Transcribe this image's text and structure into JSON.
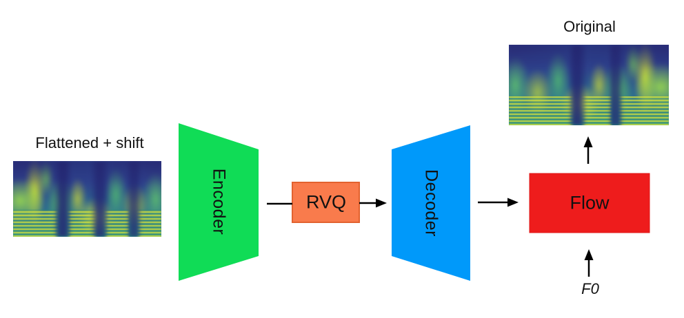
{
  "labels": {
    "input": "Flattened + shift",
    "output": "Original",
    "encoder": "Encoder",
    "rvq": "RVQ",
    "decoder": "Decoder",
    "flow": "Flow",
    "f0": "F0"
  },
  "colors": {
    "encoder_fill": "#10dc56",
    "decoder_fill": "#0099fa",
    "rvq_fill": "#f97b4c",
    "rvq_border": "#e2622f",
    "flow_fill": "#ee1c1c",
    "connector": "#000000",
    "text": "#111111",
    "background": "#ffffff"
  },
  "images": {
    "input_spectrogram": "speech mel-spectrogram (viridis)",
    "output_spectrogram": "speech mel-spectrogram (viridis)"
  }
}
